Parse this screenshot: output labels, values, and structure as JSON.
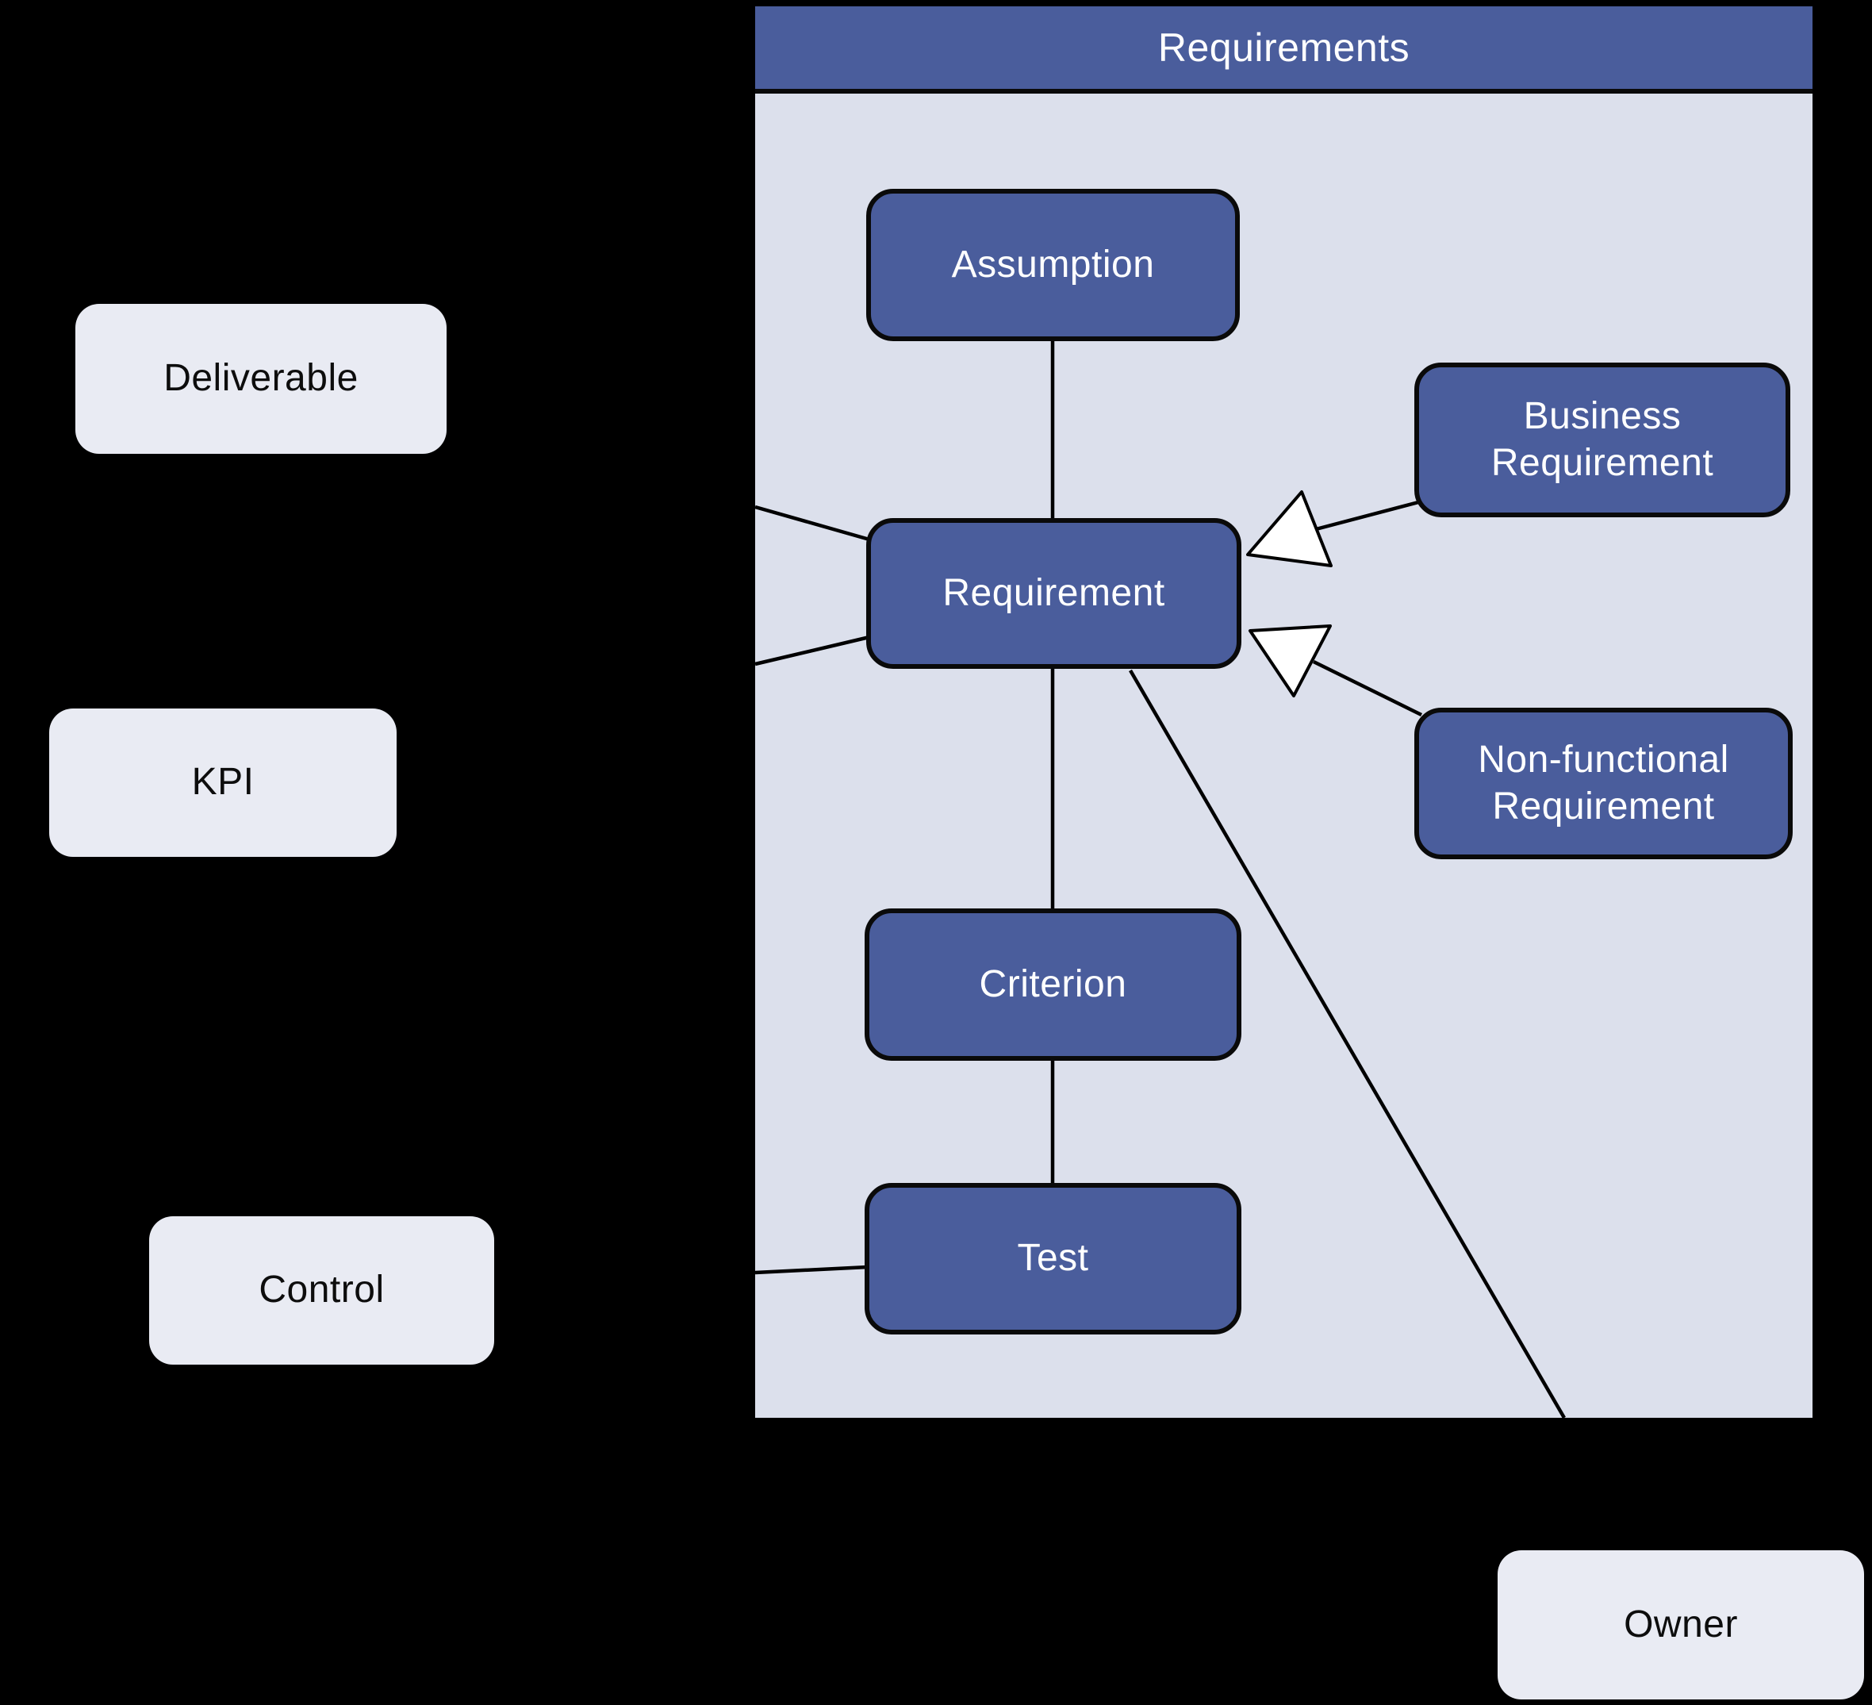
{
  "diagram": {
    "container": {
      "title": "Requirements"
    },
    "container_nodes": {
      "assumption": {
        "label": "Assumption"
      },
      "business_requirement": {
        "label": "Business\nRequirement"
      },
      "requirement": {
        "label": "Requirement"
      },
      "nonfunctional_requirement": {
        "label": "Non-functional\nRequirement"
      },
      "criterion": {
        "label": "Criterion"
      },
      "test": {
        "label": "Test"
      }
    },
    "external_nodes": {
      "deliverable": {
        "label": "Deliverable"
      },
      "kpi": {
        "label": "KPI"
      },
      "control": {
        "label": "Control"
      },
      "owner": {
        "label": "Owner"
      }
    },
    "edges": [
      {
        "from": "assumption",
        "to": "requirement",
        "type": "association"
      },
      {
        "from": "business_requirement",
        "to": "requirement",
        "type": "generalization",
        "arrowhead": "hollow-triangle"
      },
      {
        "from": "nonfunctional_requirement",
        "to": "requirement",
        "type": "generalization",
        "arrowhead": "hollow-triangle"
      },
      {
        "from": "requirement",
        "to": "criterion",
        "type": "association"
      },
      {
        "from": "criterion",
        "to": "test",
        "type": "association"
      },
      {
        "from": "requirement",
        "to": "deliverable",
        "type": "association",
        "note": "segment visible only inside container; hidden on black background outside"
      },
      {
        "from": "requirement",
        "to": "kpi",
        "type": "association",
        "note": "segment visible only inside container; hidden on black background outside"
      },
      {
        "from": "test",
        "to": "control",
        "type": "association",
        "note": "segment visible only inside container; hidden on black background outside"
      },
      {
        "from": "requirement",
        "to": "owner",
        "type": "association",
        "note": "long diagonal; visible only inside container"
      }
    ],
    "colors": {
      "background": "#000000",
      "container_header": "#4a5d9c",
      "container_body": "#dce0ec",
      "node_fill": "#4a5d9c",
      "node_text": "#ffffff",
      "external_node_fill": "#e9ebf3",
      "external_node_text": "#0d0d0d",
      "edge": "#000000",
      "generalization_arrow_fill": "#ffffff"
    }
  }
}
